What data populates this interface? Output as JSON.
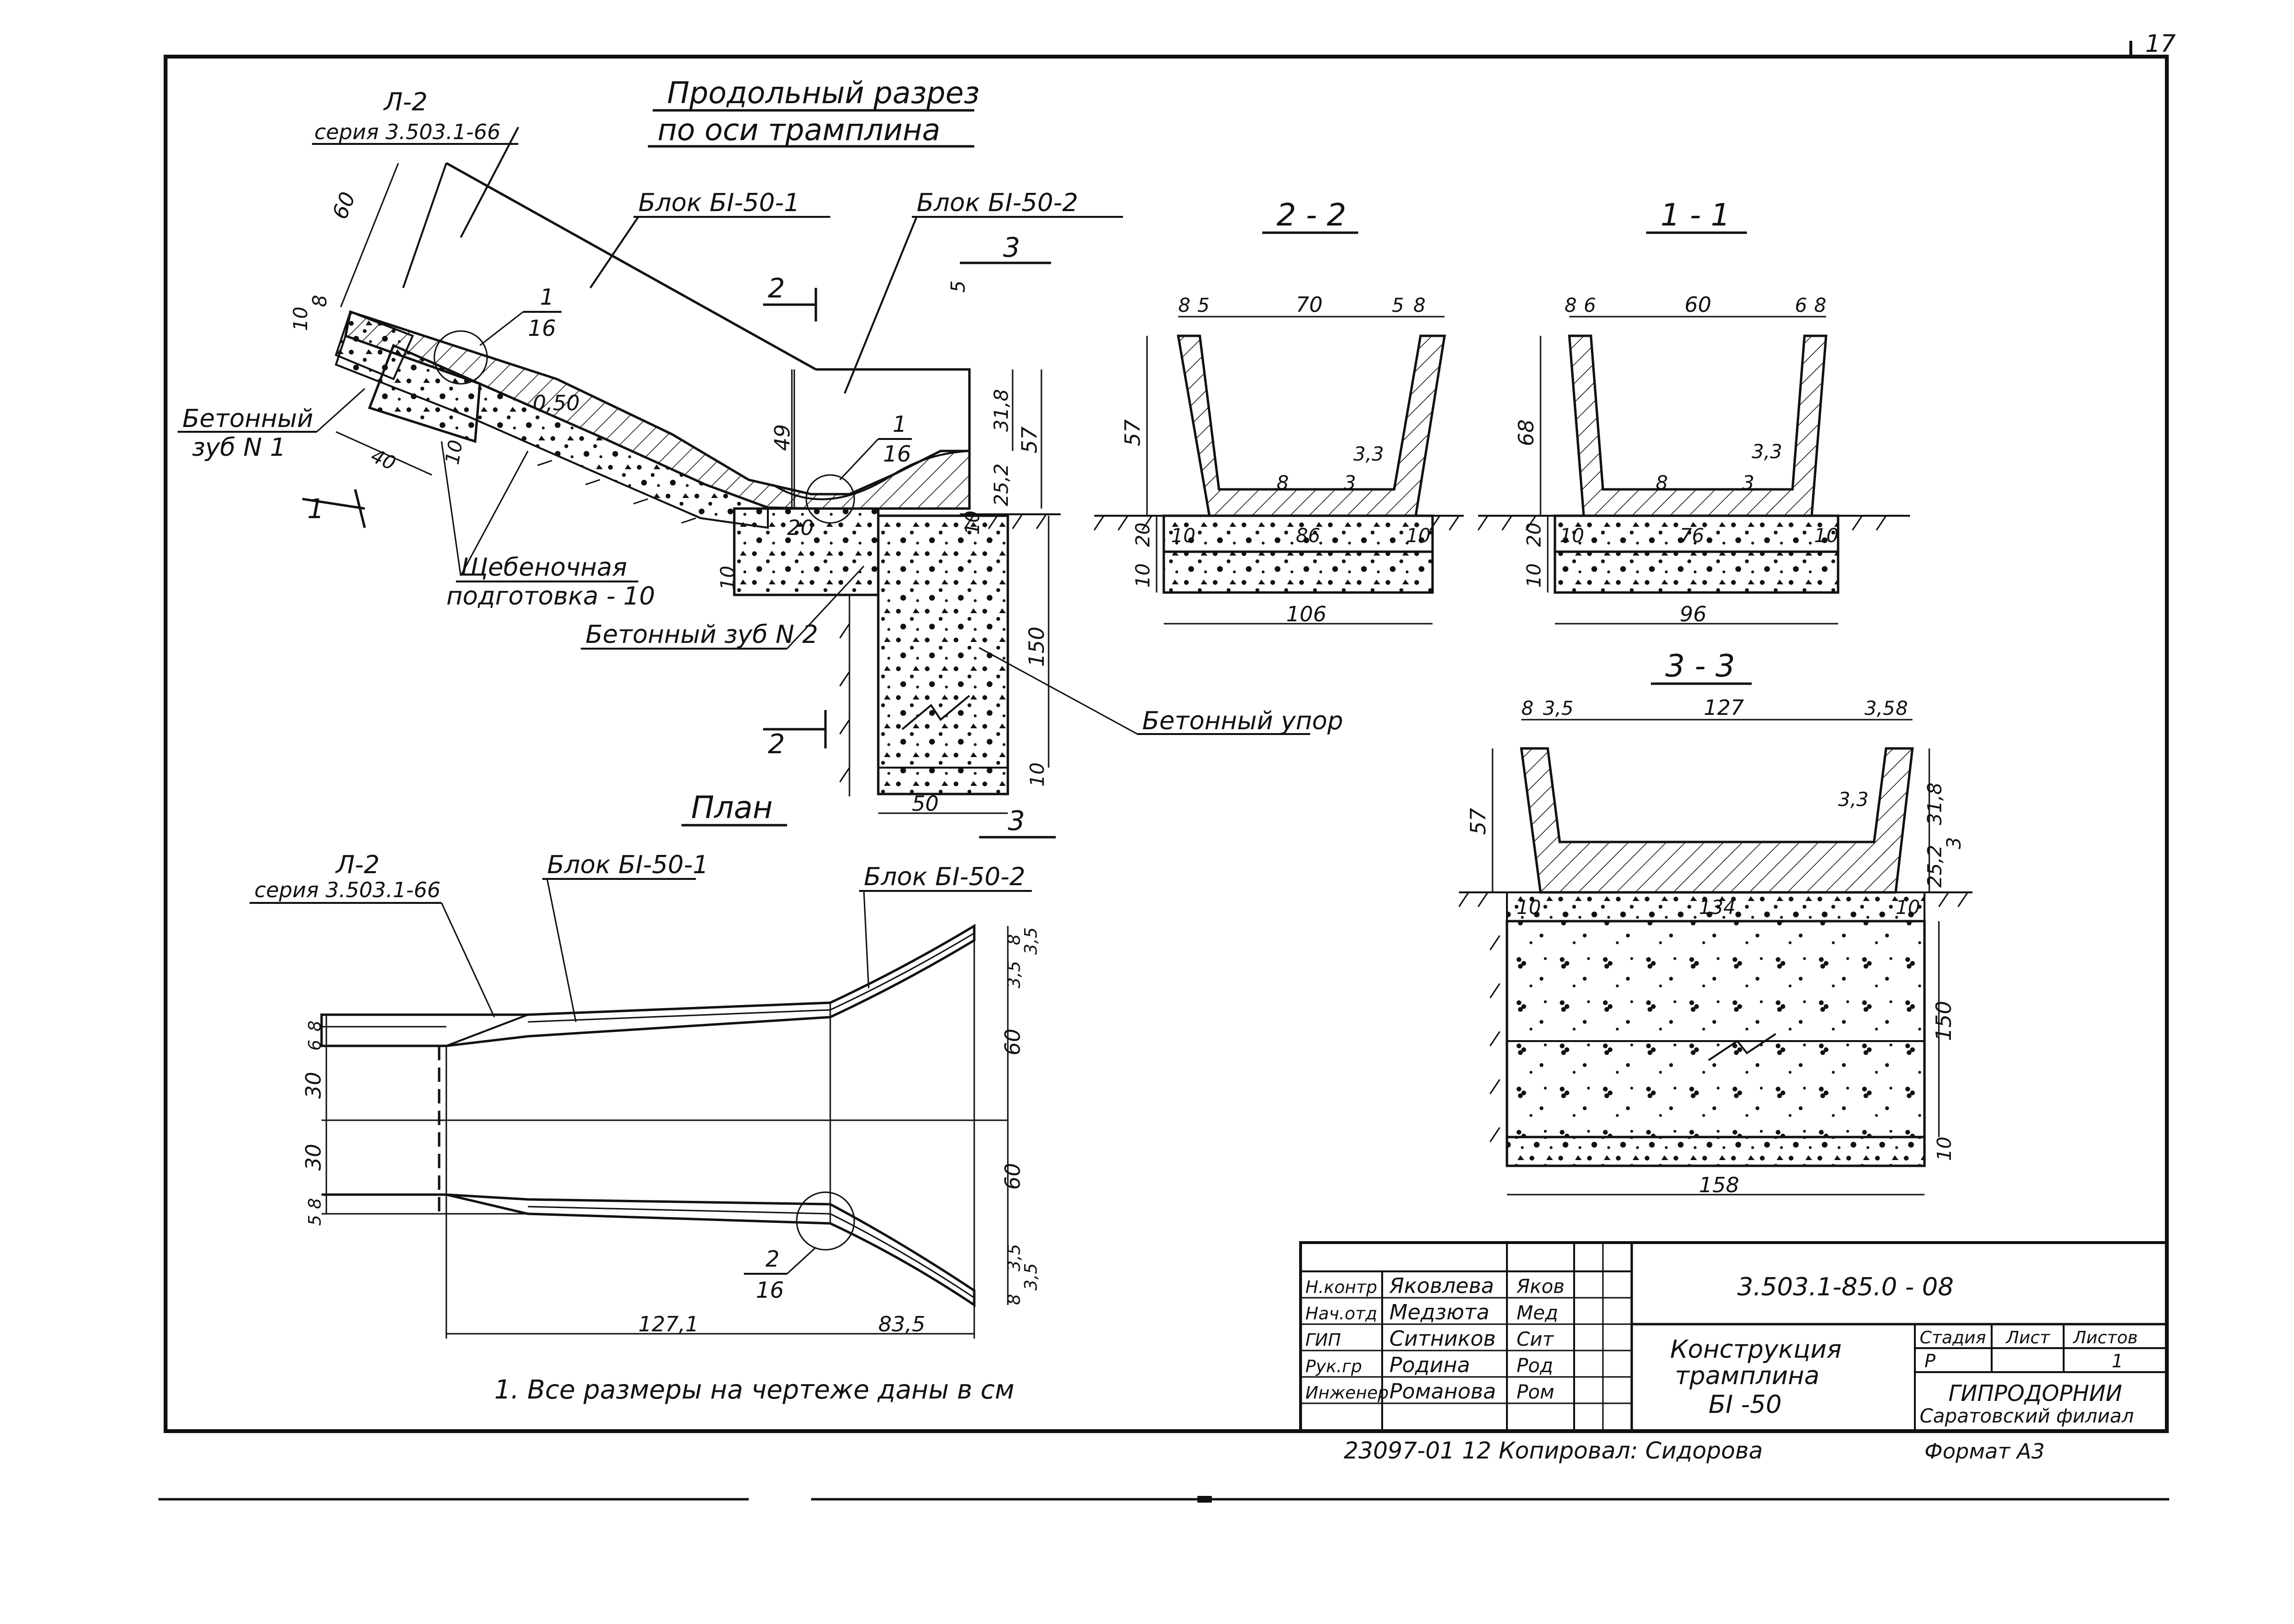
{
  "page_number": "17",
  "longitudinal_section": {
    "title_line1": "Продольный разрез",
    "title_line2": "по оси трамплина",
    "ref_sheet": "Л-2",
    "ref_series": "серия 3.503.1-66",
    "block1": "Блок БI-50-1",
    "block2": "Блок БI-50-2",
    "concrete_tooth1_a": "Бетонный",
    "concrete_tooth1_b": "зуб N 1",
    "gravel_a": "Щебеночная",
    "gravel_b": "подготовка - 10",
    "concrete_tooth2": "Бетонный зуб N 2",
    "concrete_stop": "Бетонный упор",
    "slope": "0,50",
    "callout_num": "1",
    "callout_den": "16",
    "callout2_num": "1",
    "callout2_den": "16",
    "cut_2": "2",
    "cut_3": "3",
    "cut_1": "1",
    "dims": {
      "d60": "60",
      "d10": "10",
      "d8": "8",
      "d40": "40",
      "d10b": "10",
      "d49": "49",
      "d318": "31,8",
      "d57": "57",
      "d252": "25,2",
      "d20": "20",
      "d10c": "10",
      "d150": "150",
      "d10d": "10",
      "d50": "50",
      "d5": "5",
      "d10e": "10"
    }
  },
  "section_2_2": {
    "title": "2 - 2",
    "d8": "8",
    "d5": "5",
    "d70": "70",
    "d5b": "5",
    "d8b": "8",
    "d57": "57",
    "d33": "3,3",
    "d3": "3",
    "d8c": "8",
    "d10": "10",
    "d86": "86",
    "d10b": "10",
    "d20": "20",
    "d10c": "10",
    "d106": "106"
  },
  "section_1_1": {
    "title": "1 - 1",
    "d8": "8",
    "d6": "6",
    "d60": "60",
    "d6b": "6",
    "d8b": "8",
    "d68": "68",
    "d33": "3,3",
    "d3": "3",
    "d8c": "8",
    "d10": "10",
    "d76": "76",
    "d10b": "10",
    "d20": "20",
    "d10c": "10",
    "d96": "96"
  },
  "section_3_3": {
    "title": "3 - 3",
    "d8": "8",
    "d35": "3,5",
    "d127": "127",
    "d35b": "3,5",
    "d8b": "8",
    "d57": "57",
    "d33": "3,3",
    "d318": "31,8",
    "d252": "25,2",
    "d3": "3",
    "d10": "10",
    "d134": "134",
    "d10b": "10",
    "d150": "150",
    "d10c": "10",
    "d158": "158"
  },
  "plan": {
    "title": "План",
    "ref_sheet": "Л-2",
    "ref_series": "серия 3.503.1-66",
    "block1": "Блок БI-50-1",
    "block2": "Блок БI-50-2",
    "callout_num": "2",
    "callout_den": "16",
    "d8": "8",
    "d6": "6",
    "d30": "30",
    "d30b": "30",
    "d8b": "8",
    "d5": "5",
    "d8r": "8",
    "d35": "3,5",
    "d35b": "3,5",
    "d60": "60",
    "d60b": "60",
    "d35c": "3,5",
    "d8r2": "8",
    "d35d": "3,5",
    "d1271": "127,1",
    "d835": "83,5"
  },
  "note": "1. Все размеры на чертеже даны в см",
  "title_block": {
    "code": "3.503.1-85.0 - 08",
    "rows": [
      {
        "role": "Н.контр",
        "name": "Яковлева",
        "sign": "Яков"
      },
      {
        "role": "Нач.отд",
        "name": "Медзюта",
        "sign": "Мед"
      },
      {
        "role": "ГИП",
        "name": "Ситников",
        "sign": "Сит"
      },
      {
        "role": "Рук.гр",
        "name": "Родина",
        "sign": "Род"
      },
      {
        "role": "Инженер",
        "name": "Романова",
        "sign": "Ром"
      }
    ],
    "name_line1": "Конструкция",
    "name_line2": "трамплина",
    "name_line3": "БI -50",
    "stage_h": "Стадия",
    "sheet_h": "Лист",
    "sheets_h": "Листов",
    "stage": "Р",
    "sheets": "1",
    "org_line1": "ГИПРОДОРНИИ",
    "org_line2": "Саратовский филиал",
    "copy_line": "23097-01  12  Копировал:  Сидорова",
    "format": "Формат А3"
  }
}
